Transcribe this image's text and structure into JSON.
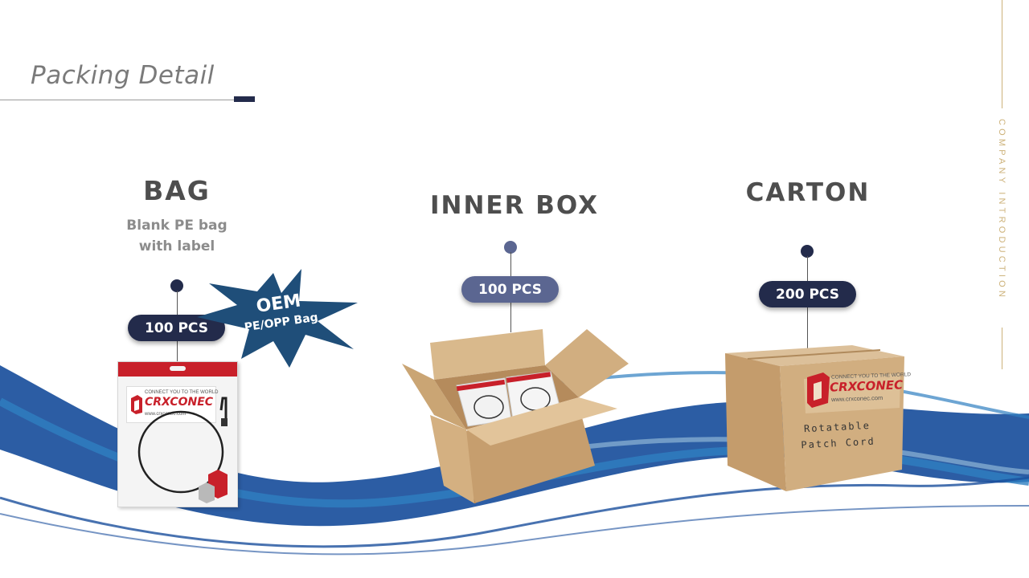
{
  "page": {
    "title": "Packing Detail",
    "side_text": "COMPANY INTRODUCTION"
  },
  "colors": {
    "navy": "#232b4b",
    "slate": "#5b6691",
    "gold": "#cdb27a",
    "wave_blue": "#1a4f9c",
    "brand_red": "#c8202a",
    "kraft": "#c9a67a"
  },
  "bag": {
    "heading": "BAG",
    "sub_line1": "Blank PE bag",
    "sub_line2": "with label",
    "qty": "100 PCS",
    "oem_line1": "OEM",
    "oem_line2": "PE/OPP Bag"
  },
  "inner_box": {
    "heading": "INNER BOX",
    "qty": "100 PCS"
  },
  "carton": {
    "heading": "CARTON",
    "qty": "200 PCS",
    "label_line1": "Rotatable",
    "label_line2": "Patch Cord"
  },
  "brand": {
    "tagline": "CONNECT YOU TO THE WORLD",
    "name": "CRXCONEC",
    "url": "www.crxconec.com"
  }
}
